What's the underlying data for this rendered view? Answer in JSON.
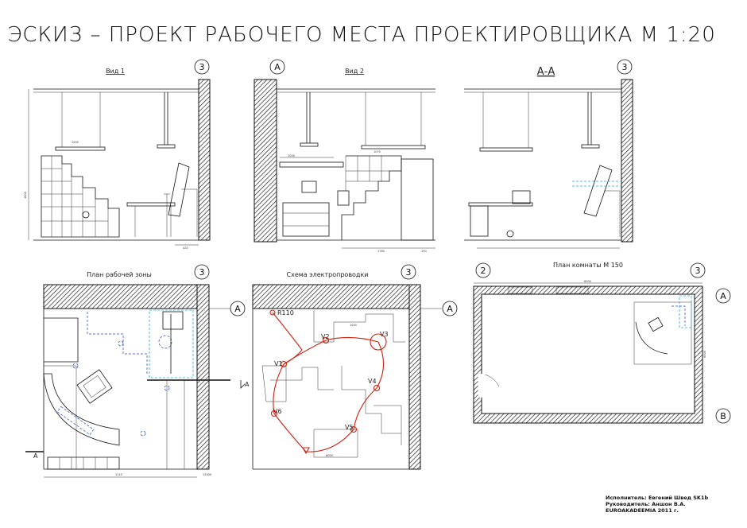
{
  "title": "ЭСКИЗ – ПРОЕКТ РАБОЧЕГО МЕСТА ПРОЕКТИРОВЩИКА М 1:20",
  "views": {
    "view1": {
      "label": "Вид 1",
      "axis": "3"
    },
    "view2": {
      "label": "Вид 2",
      "axis": "А"
    },
    "section": {
      "label": "А-А",
      "axis": "3"
    }
  },
  "plans": {
    "work_zone": {
      "label": "План рабочей зоны",
      "axis_top": "3",
      "axis_side": "А",
      "cut_mark": "А"
    },
    "wiring": {
      "label": "Схема электропроводки",
      "axis_top": "3",
      "axis_side": "А"
    },
    "room": {
      "label": "План комнаты М 150",
      "axis_left": "2",
      "axis_right": "3",
      "axis_a": "А",
      "axis_b": "В"
    }
  },
  "wiring_points": [
    "R110",
    "V1",
    "V2",
    "V3",
    "V4",
    "V5",
    "V6"
  ],
  "dimensions": [
    "1800",
    "1950",
    "1000",
    "1200",
    "420",
    "1780",
    "1070",
    "150",
    "1000",
    "1960",
    "2600",
    "500",
    "1110",
    "12000",
    "6000"
  ],
  "credits": {
    "author": "Исполнитель: Евгений Швед SK1b",
    "supervisor": "Руководитель: Аншон В.А.",
    "school": "EUROAKADEEMIA 2011 г."
  },
  "colors": {
    "line": "#111111",
    "wiring": "#cc2211",
    "dashed_blue": "#2244bb",
    "cyan": "#22aadd"
  }
}
